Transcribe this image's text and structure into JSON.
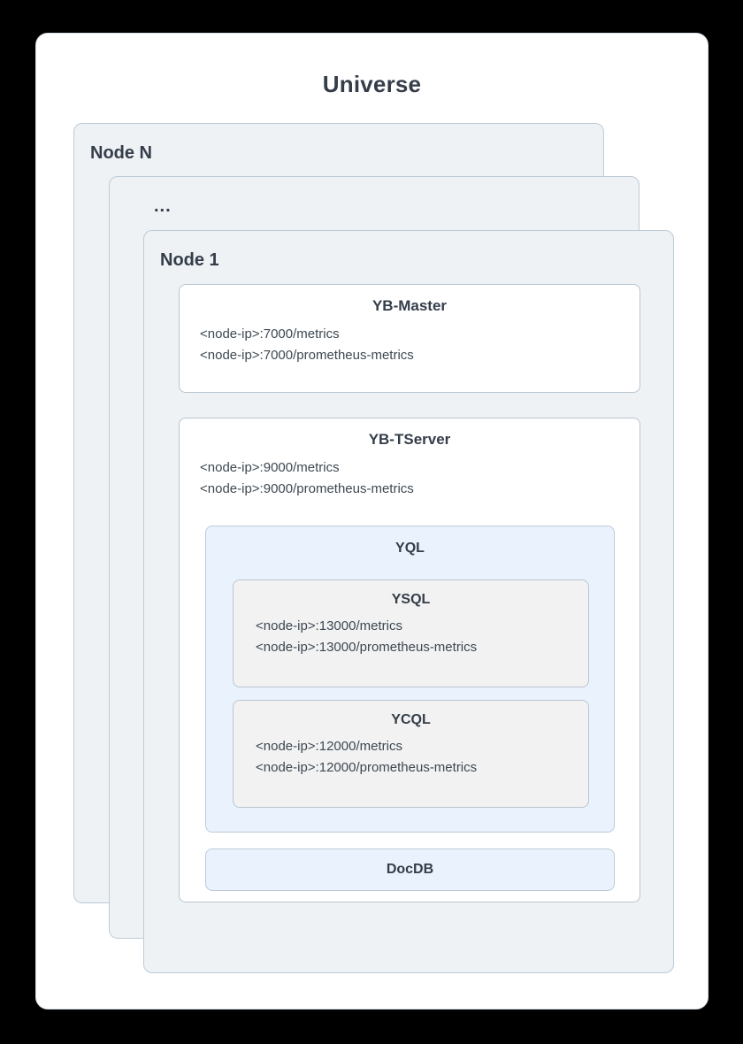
{
  "universe": {
    "title": "Universe"
  },
  "nodes": [
    {
      "label": "Node N"
    },
    {
      "label": "..."
    },
    {
      "label": "Node 1"
    }
  ],
  "node1": {
    "master": {
      "title": "YB-Master",
      "endpoints": [
        "<node-ip>:7000/metrics",
        "<node-ip>:7000/prometheus-metrics"
      ]
    },
    "tserver": {
      "title": "YB-TServer",
      "endpoints": [
        "<node-ip>:9000/metrics",
        "<node-ip>:9000/prometheus-metrics"
      ],
      "yql": {
        "title": "YQL",
        "ysql": {
          "title": "YSQL",
          "endpoints": [
            "<node-ip>:13000/metrics",
            "<node-ip>:13000/prometheus-metrics"
          ]
        },
        "ycql": {
          "title": "YCQL",
          "endpoints": [
            "<node-ip>:12000/metrics",
            "<node-ip>:12000/prometheus-metrics"
          ]
        }
      },
      "docdb": {
        "title": "DocDB"
      }
    }
  },
  "colors": {
    "page_background": "#000000",
    "card_background": "#ffffff",
    "node_background": "#eef2f5",
    "node_border": "#bdcbd6",
    "proc_background": "#ffffff",
    "proc_border": "#b9c6d0",
    "yql_background": "#eaf2fd",
    "lang_background": "#f2f2f2",
    "docdb_background": "#eaf2fd",
    "heading_text": "#343d49",
    "body_text": "#3d4852"
  }
}
